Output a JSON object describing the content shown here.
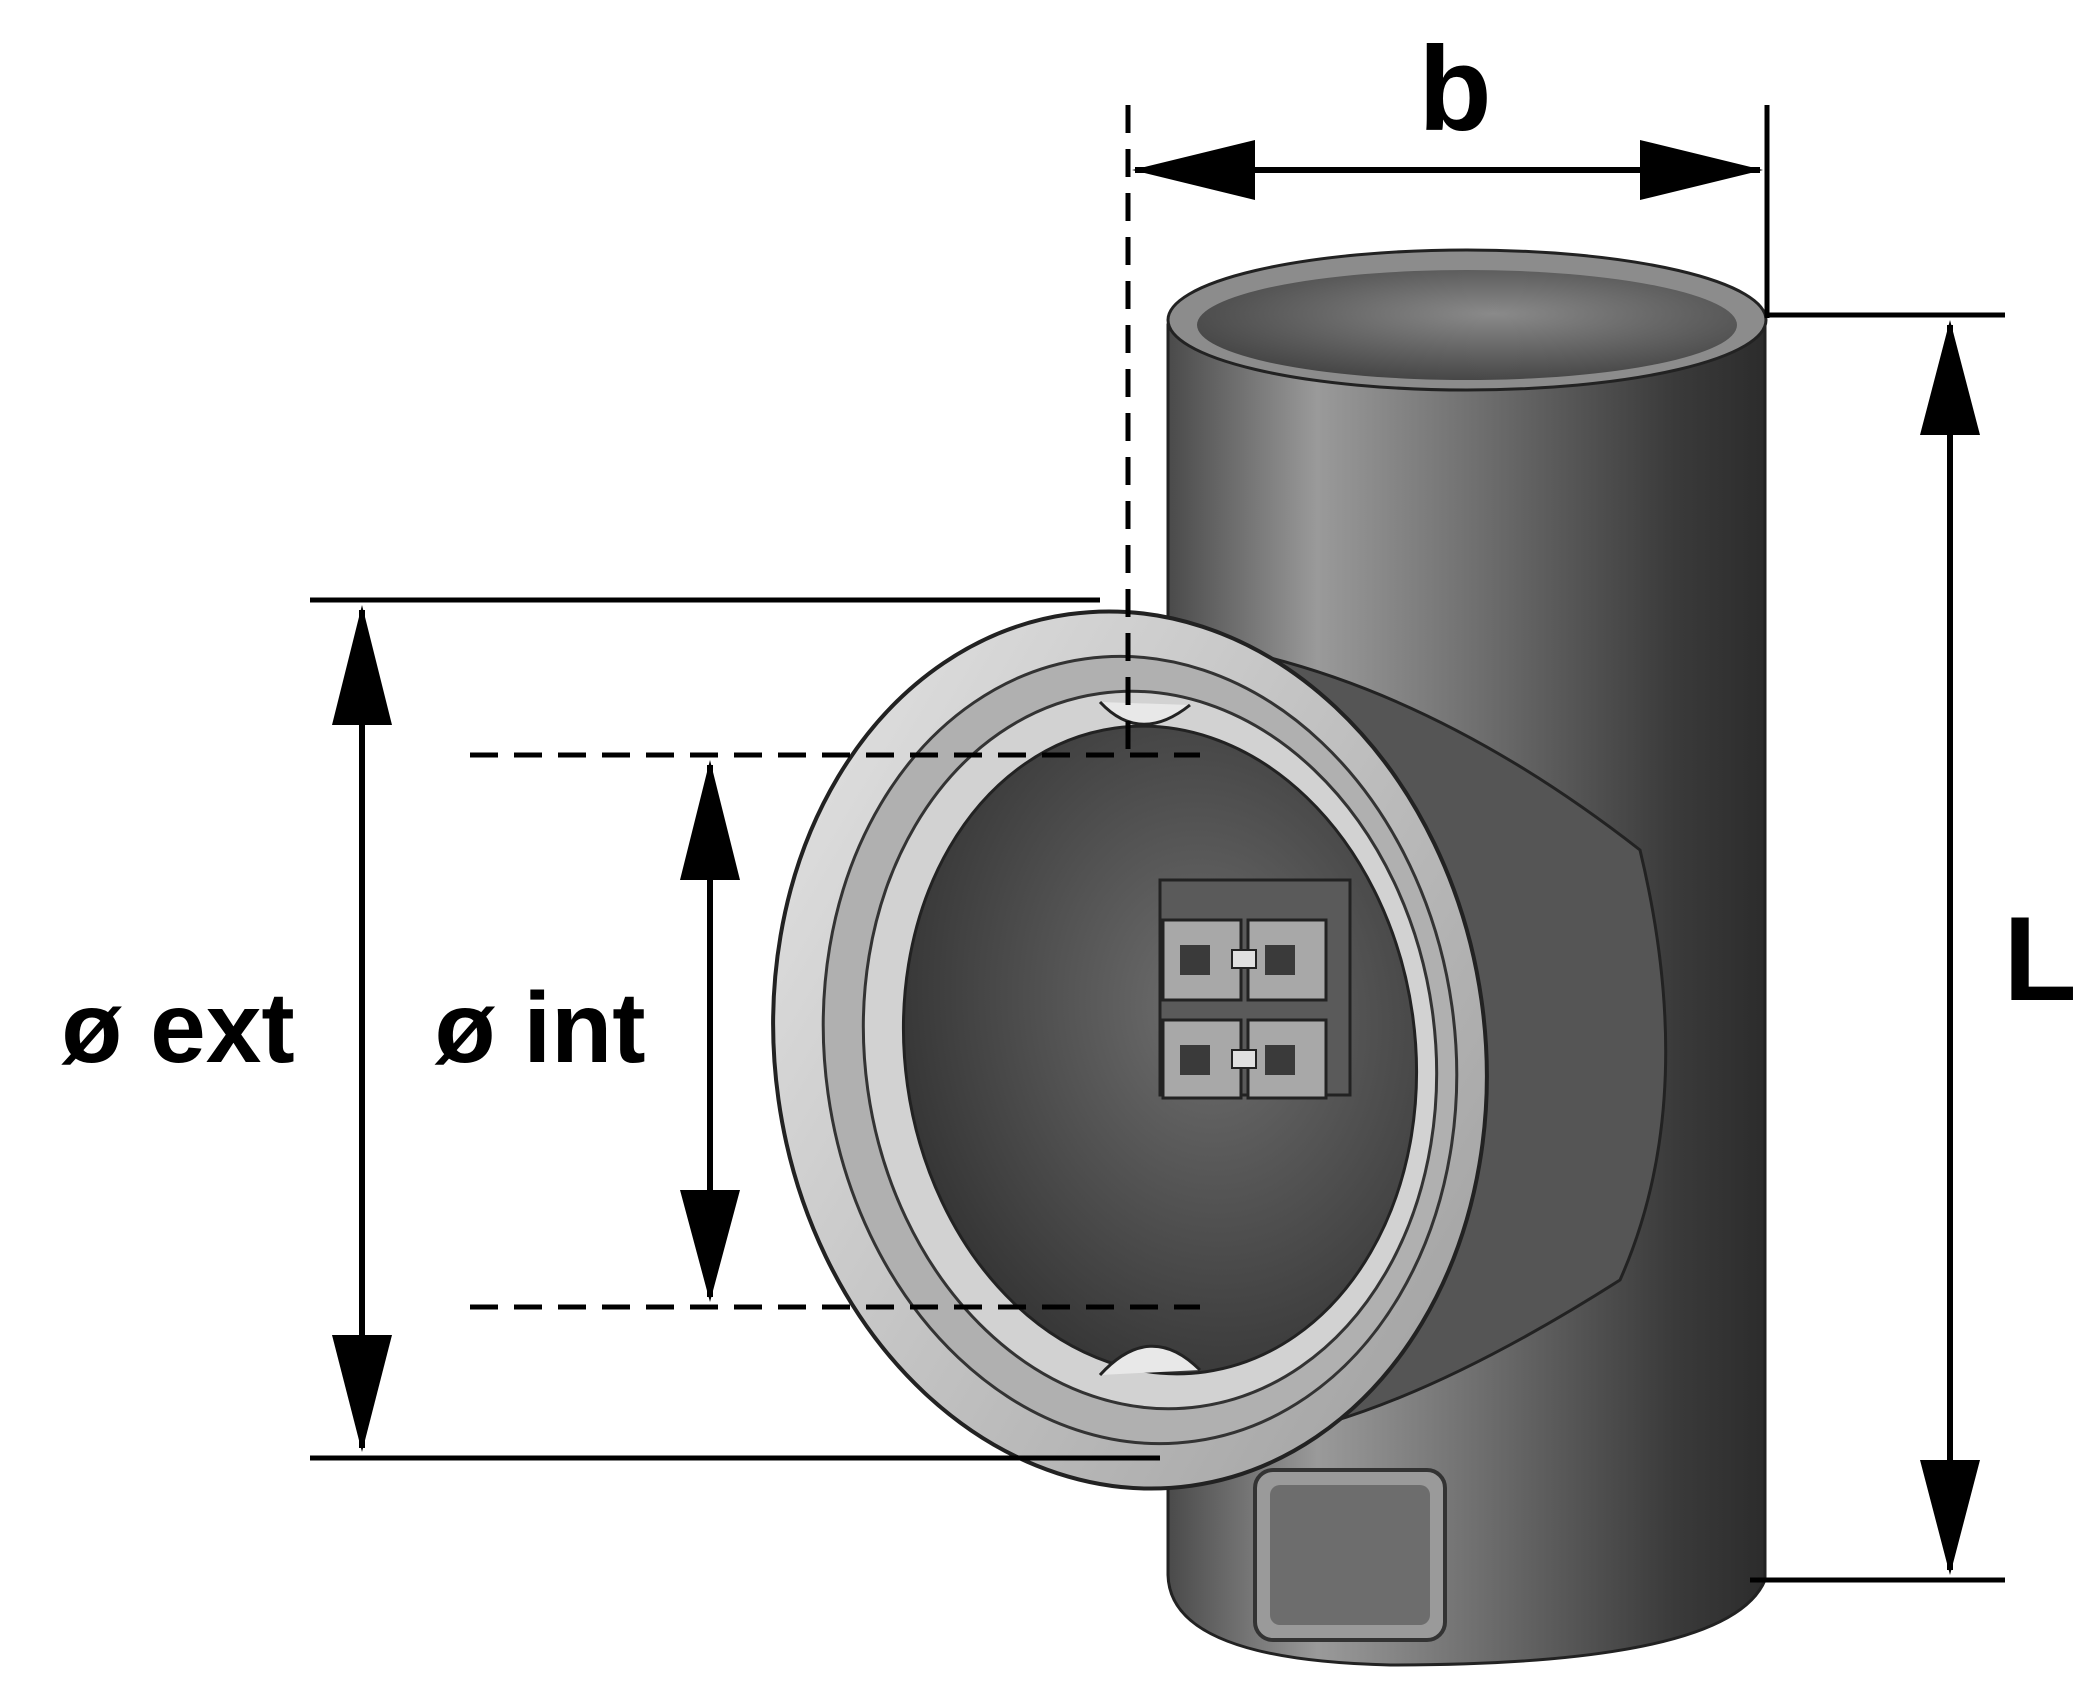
{
  "diagram": {
    "labels": {
      "width": "b",
      "length": "L",
      "outer_diameter": "ø ext",
      "inner_diameter": "ø int"
    },
    "colors": {
      "line": "#000000",
      "metal_dark": "#3b3b3b",
      "metal_mid": "#7a7a7a",
      "metal_light": "#c8c8c8",
      "ring": "#bdbdbd"
    }
  }
}
